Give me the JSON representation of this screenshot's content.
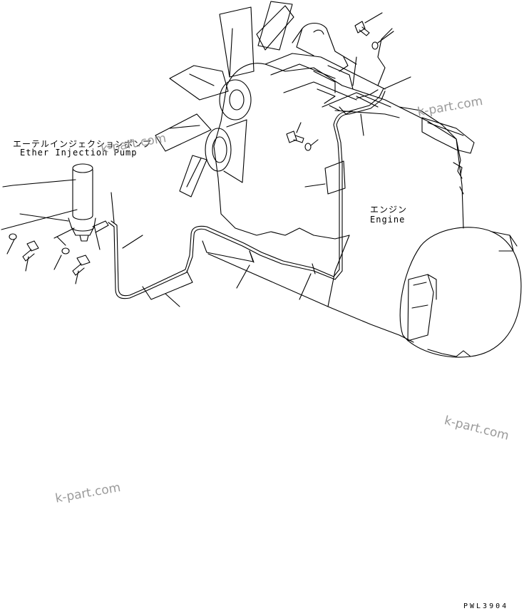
{
  "labels": {
    "pump_jp": "エーテルインジェクションポンプ",
    "pump_en": "Ether Injection Pump",
    "engine_jp": "エンジン",
    "engine_en": "Engine"
  },
  "watermarks": [
    "k-part.com",
    "k-part.com",
    "k-part.com",
    "k-part.com"
  ],
  "drawing_code": "PWL3904",
  "colors": {
    "line": "#000000",
    "watermark": "#9a9a9a",
    "background": "#ffffff"
  }
}
